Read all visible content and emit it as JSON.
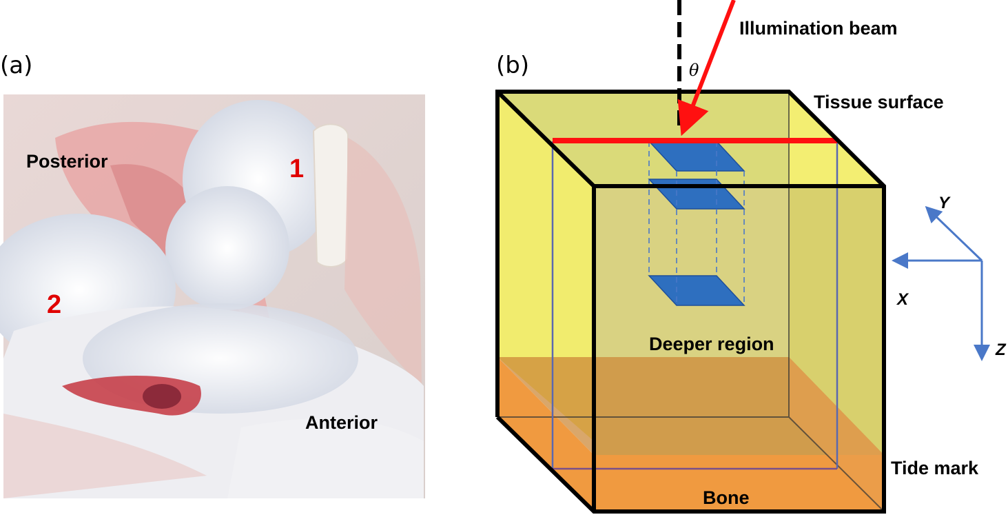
{
  "panel_a": {
    "label": "(a)",
    "posterior": "Posterior",
    "anterior": "Anterior",
    "marker_1": "1",
    "marker_2": "2"
  },
  "panel_b": {
    "label": "(b)",
    "illumination": "Illumination  beam",
    "theta": "θ",
    "tissue_surface": "Tissue surface",
    "deeper_region": "Deeper region",
    "tide_mark": "Tide mark",
    "bone": "Bone",
    "axis_y": "Y",
    "axis_x": "X",
    "axis_z": "Z"
  },
  "colors": {
    "tissue": "#e8e878",
    "bone": "#f09a40",
    "beam": "#ff1010",
    "plane": "#2e6fbf",
    "axes": "#4a78c8"
  }
}
